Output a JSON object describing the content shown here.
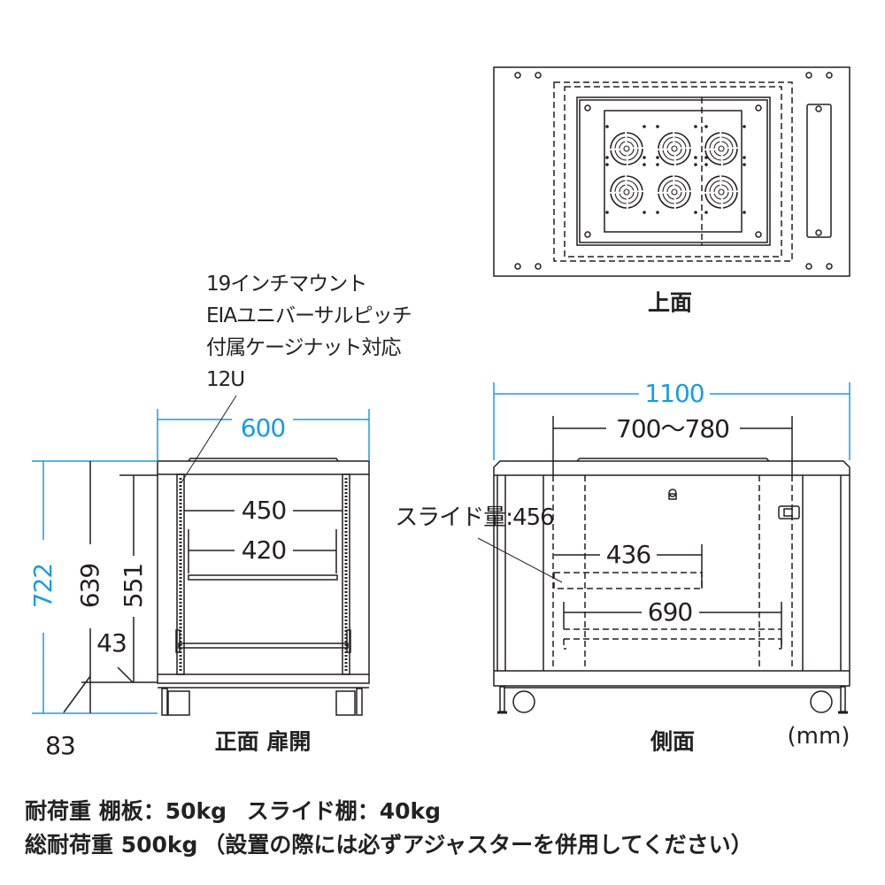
{
  "views": {
    "top_label": "上面",
    "front_label": "正面 扉開",
    "side_label": "側面",
    "unit": "(mm)"
  },
  "front_notes": [
    "19インチマウント",
    "EIAユニバーサルピッチ",
    "付属ケージナット対応",
    "12U"
  ],
  "dimensions": {
    "front_width": "600",
    "total_height": "722",
    "height_639": "639",
    "height_551": "551",
    "offset_43": "43",
    "offset_83": "83",
    "rail_450": "450",
    "shelf_420": "420",
    "side_depth": "1100",
    "rail_depth": "700〜780",
    "slide_label": "スライド量:456",
    "slide_436": "436",
    "shelf_690": "690"
  },
  "footer": {
    "line1_a": "耐荷重 棚板：50kg",
    "line1_b": "スライド棚：40kg",
    "line2_a": "総耐荷重 500kg",
    "line2_b": "（設置の際には必ずアジャスターを併用してください）"
  },
  "colors": {
    "dimension_blue": "#1a9be0",
    "line": "#231f20"
  }
}
